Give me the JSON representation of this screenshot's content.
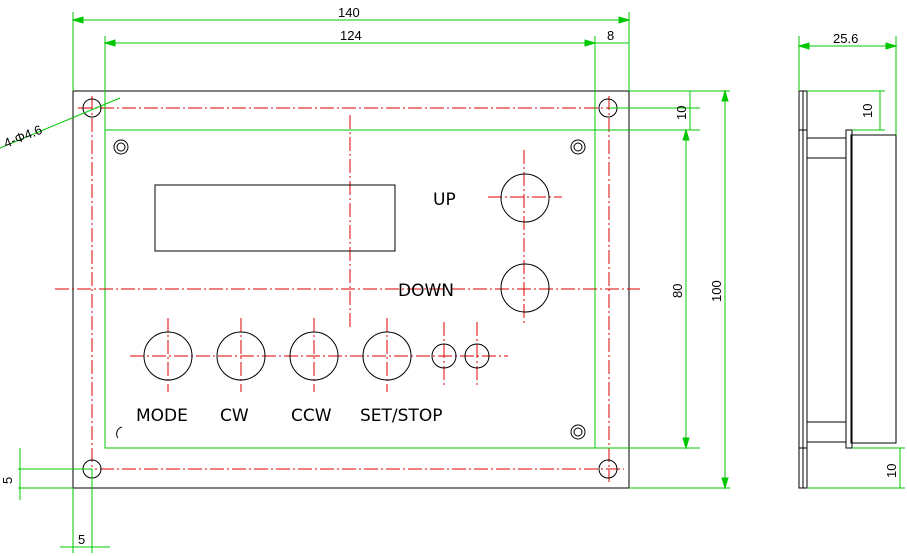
{
  "dimensions": {
    "overall_width": "140",
    "hole_spacing_width": "124",
    "right_offset": "8",
    "hole_callout": "4-Φ4.6",
    "top_offset": "10",
    "inner_height": "80",
    "overall_height": "100",
    "bottom_left_vertical": "5",
    "bottom_left_horizontal": "5",
    "side_depth": "25.6",
    "side_top": "10",
    "side_bottom": "10"
  },
  "labels": {
    "up": "UP",
    "down": "DOWN",
    "mode": "MODE",
    "cw": "CW",
    "ccw": "CCW",
    "set_stop": "SET/STOP"
  },
  "colors": {
    "dimension_lines": "#00c800",
    "center_lines": "#e00000",
    "outline": "#000000"
  }
}
